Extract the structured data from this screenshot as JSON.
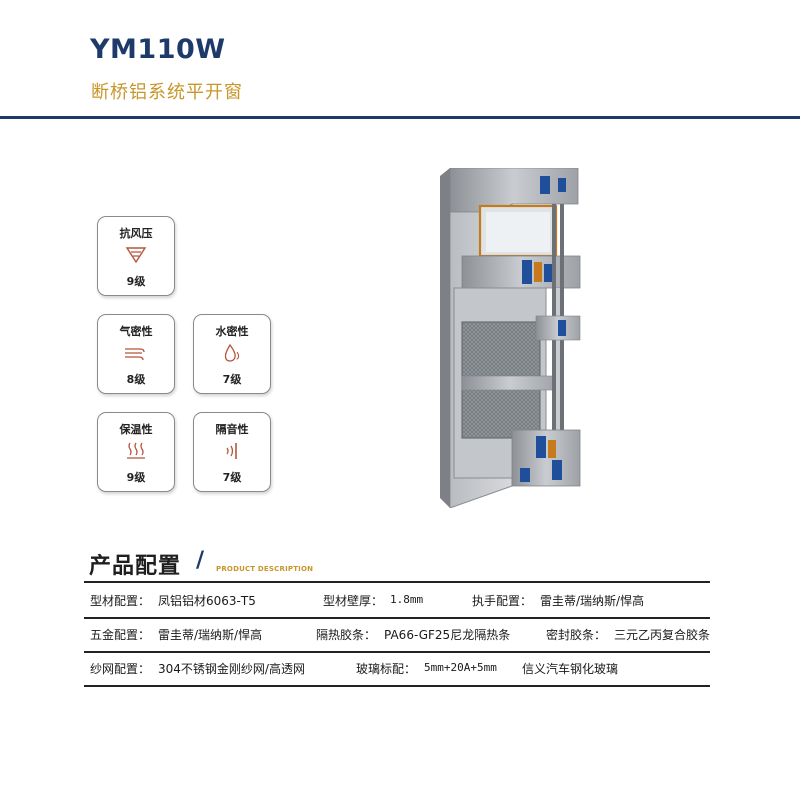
{
  "header": {
    "model": "YM110W",
    "subtitle": "断桥铝系统平开窗"
  },
  "badges": [
    {
      "label": "抗风压",
      "level": "9级",
      "icon": "wind-pressure-icon"
    },
    {
      "label": "气密性",
      "level": "8级",
      "icon": "air-flow-icon"
    },
    {
      "label": "水密性",
      "level": "7级",
      "icon": "water-drop-icon"
    },
    {
      "label": "保温性",
      "level": "9级",
      "icon": "heat-wave-icon"
    },
    {
      "label": "隔音性",
      "level": "7级",
      "icon": "sound-barrier-icon"
    }
  ],
  "config": {
    "title": "产品配置",
    "slash": "/",
    "subtitle": "PRODUCT DESCRIPTION",
    "rows": [
      [
        {
          "label": "型材配置：",
          "value": "凤铝铝材6063-T5"
        },
        {
          "label": "型材壁厚：",
          "value": "1.8mm"
        },
        {
          "label": "执手配置：",
          "value": "雷圭蒂/瑞纳斯/悍高"
        }
      ],
      [
        {
          "label": "五金配置：",
          "value": "雷圭蒂/瑞纳斯/悍高"
        },
        {
          "label": "隔热胶条：",
          "value": "PA66-GF25尼龙隔热条"
        },
        {
          "label": "密封胶条：",
          "value": "三元乙丙复合胶条"
        }
      ],
      [
        {
          "label": "纱网配置：",
          "value": "304不锈钢金刚纱网/高透网"
        },
        {
          "label": "玻璃标配：",
          "value": "5mm+20A+5mm"
        },
        {
          "label": "",
          "value": "信义汽车钢化玻璃"
        }
      ]
    ]
  },
  "colors": {
    "navy": "#1d3a6b",
    "gold": "#c8962a",
    "aluminum": "#b4b8bc",
    "thermal_break": "#1f4e9a",
    "thermal_strip": "#c57a1e"
  }
}
